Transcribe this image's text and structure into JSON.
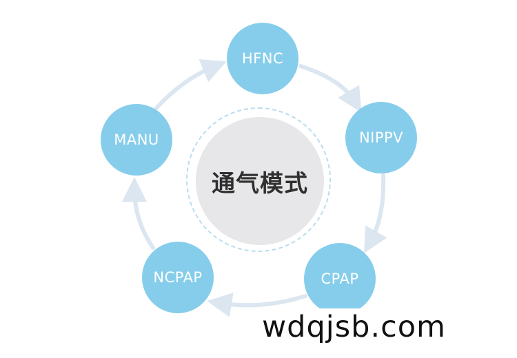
{
  "diagram": {
    "center_label": "通气模式",
    "nodes": [
      {
        "label": "HFNC"
      },
      {
        "label": "NIPPV"
      },
      {
        "label": "CPAP"
      },
      {
        "label": "NCPAP"
      },
      {
        "label": "MANU"
      }
    ],
    "cycle_order": [
      "HFNC",
      "NIPPV",
      "CPAP",
      "NCPAP",
      "MANU"
    ],
    "colors": {
      "node_fill": "#86cdeb",
      "node_text": "#ffffff",
      "center_fill": "#e7e7e9",
      "center_text": "#2f2f2f",
      "dashed_ring": "#b9dcec",
      "arrow": "#dbe6f0"
    }
  },
  "watermark": "wdqjsb.com"
}
